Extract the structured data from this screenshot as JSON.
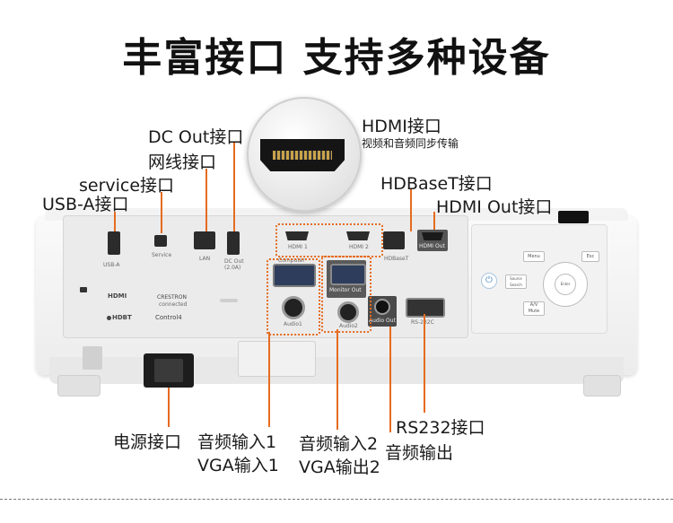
{
  "title": "丰富接口 支持多种设备",
  "callouts": {
    "dc_out": "DC Out接口",
    "lan": "网线接口",
    "service": "service接口",
    "usb_a": "USB-A接口",
    "hdmi": "HDMI接口",
    "hdmi_sub": "视频和音频同步传输",
    "hdbaset": "HDBaseT接口",
    "hdmi_out": "HDMI Out接口",
    "power": "电源接口",
    "audio_in1": "音频输入1",
    "vga_in1": "VGA输入1",
    "audio_in2": "音频输入2",
    "vga_out2": "VGA输出2",
    "rs232": "RS232接口",
    "audio_out": "音频输出"
  },
  "panel": {
    "usb_label": "USB-A",
    "service_label": "Service",
    "lan_label": "LAN",
    "dc_out_label": "DC Out",
    "dc_out_rating": "(2.0A)",
    "hdmi1_label": "HDMI 1",
    "hdmi2_label": "HDMI 2",
    "hdbaset_label": "HDBaseT",
    "hdmi_out_label": "HDMI Out",
    "computer_label": "Computer",
    "monitor_out_label": "Monitor Out",
    "audio1_label": "Audio1",
    "audio2_label": "Audio2",
    "audio_out_label": "Audio Out",
    "rs232c_label": "RS-232C",
    "hdmi_logo": "HDMI",
    "hdbt_logo": "HDBT",
    "crestron_logo": "CRESTRON",
    "crestron_sub": "connected",
    "control4_logo": "Control4"
  },
  "keypad": {
    "menu": "Menu",
    "esc": "Esc",
    "source_search": "Source Search",
    "av_mute": "A/V Mute",
    "enter": "Enter"
  },
  "colors": {
    "accent": "#e66b1f",
    "body": "#f5f5f5",
    "panel": "#ebebeb",
    "port_dark": "#2b2b2b"
  }
}
